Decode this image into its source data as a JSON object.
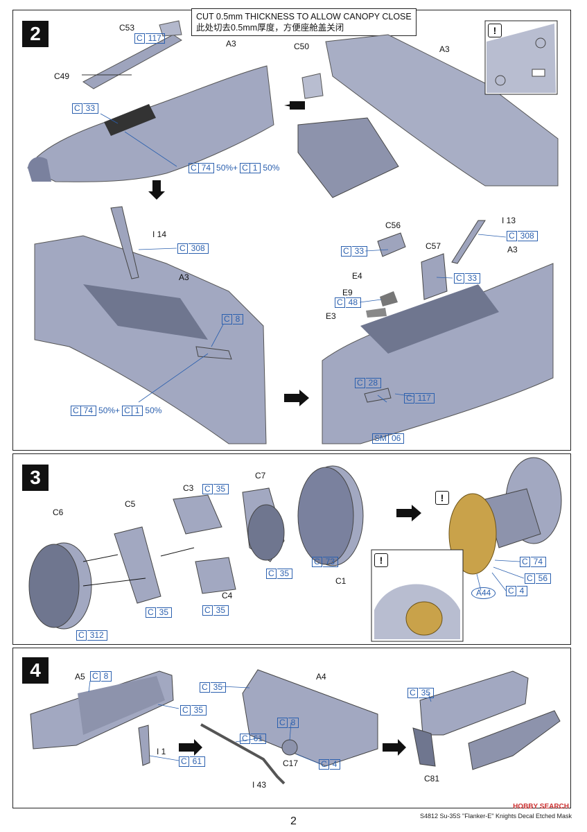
{
  "steps": [
    {
      "number": "2"
    },
    {
      "number": "3"
    },
    {
      "number": "4"
    }
  ],
  "step2": {
    "note_en": "CUT 0.5mm THICKNESS TO ALLOW CANOPY CLOSE",
    "note_zh": "此处切去0.5mm厚度，方便座舱盖关闭",
    "labels": {
      "C53": "C53",
      "C49": "C49",
      "A3a": "A3",
      "C50": "C50",
      "A3b": "A3",
      "I14": "I 14",
      "A3c": "A3",
      "C56": "C56",
      "C57": "C57",
      "I13": "I 13",
      "A3d": "A3",
      "E4": "E4",
      "E9": "E9",
      "E3": "E3"
    },
    "colors": {
      "c117a": {
        "c": "C",
        "n": "117"
      },
      "c33a": {
        "c": "C",
        "n": "33"
      },
      "c74a": {
        "c": "C",
        "n": "74",
        "pct1": "50%+",
        "c2": "C",
        "n2": "1",
        "pct2": "50%"
      },
      "c308a": {
        "c": "C",
        "n": "308"
      },
      "c8a": {
        "c": "C",
        "n": "8"
      },
      "c74b": {
        "c": "C",
        "n": "74",
        "pct1": "50%+",
        "c2": "C",
        "n2": "1",
        "pct2": "50%"
      },
      "c33b": {
        "c": "C",
        "n": "33"
      },
      "c308b": {
        "c": "C",
        "n": "308"
      },
      "c33c": {
        "c": "C",
        "n": "33"
      },
      "c48": {
        "c": "C",
        "n": "48"
      },
      "c28": {
        "c": "C",
        "n": "28"
      },
      "c117b": {
        "c": "C",
        "n": "117"
      },
      "sm06": {
        "c": "SM",
        "n": "06"
      }
    }
  },
  "step3": {
    "labels": {
      "C6": "C6",
      "C5": "C5",
      "C3": "C3",
      "C7": "C7",
      "C4": "C4",
      "C1": "C1"
    },
    "colors": {
      "c35a": {
        "c": "C",
        "n": "35"
      },
      "c35b": {
        "c": "C",
        "n": "35"
      },
      "c35c": {
        "c": "C",
        "n": "35"
      },
      "c35d": {
        "c": "C",
        "n": "35"
      },
      "c73": {
        "c": "C",
        "n": "73"
      },
      "c312": {
        "c": "C",
        "n": "312"
      },
      "c74": {
        "c": "C",
        "n": "74"
      },
      "c56": {
        "c": "C",
        "n": "56"
      },
      "c4": {
        "c": "C",
        "n": "4"
      }
    },
    "a44": "A44"
  },
  "step4": {
    "labels": {
      "A5": "A5",
      "A4": "A4",
      "I1": "I 1",
      "C17": "C17",
      "I43": "I 43",
      "C81": "C81"
    },
    "colors": {
      "c8a": {
        "c": "C",
        "n": "8"
      },
      "c35a": {
        "c": "C",
        "n": "35"
      },
      "c61a": {
        "c": "C",
        "n": "61"
      },
      "c35b": {
        "c": "C",
        "n": "35"
      },
      "c61b": {
        "c": "C",
        "n": "61"
      },
      "c8b": {
        "c": "C",
        "n": "8"
      },
      "c4": {
        "c": "C",
        "n": "4"
      },
      "c35c": {
        "c": "C",
        "n": "35"
      }
    }
  },
  "warning_symbol": "!",
  "footer": {
    "page": "2",
    "product": "S4812 Su-35S \"Flanker-E\" Knights Decal Etched Mask",
    "watermark": "HOBBY SEARCH"
  },
  "theme": {
    "accent": "#2a5fae",
    "part_gray": "#a2a8c1",
    "shadow": "#7a819e"
  }
}
